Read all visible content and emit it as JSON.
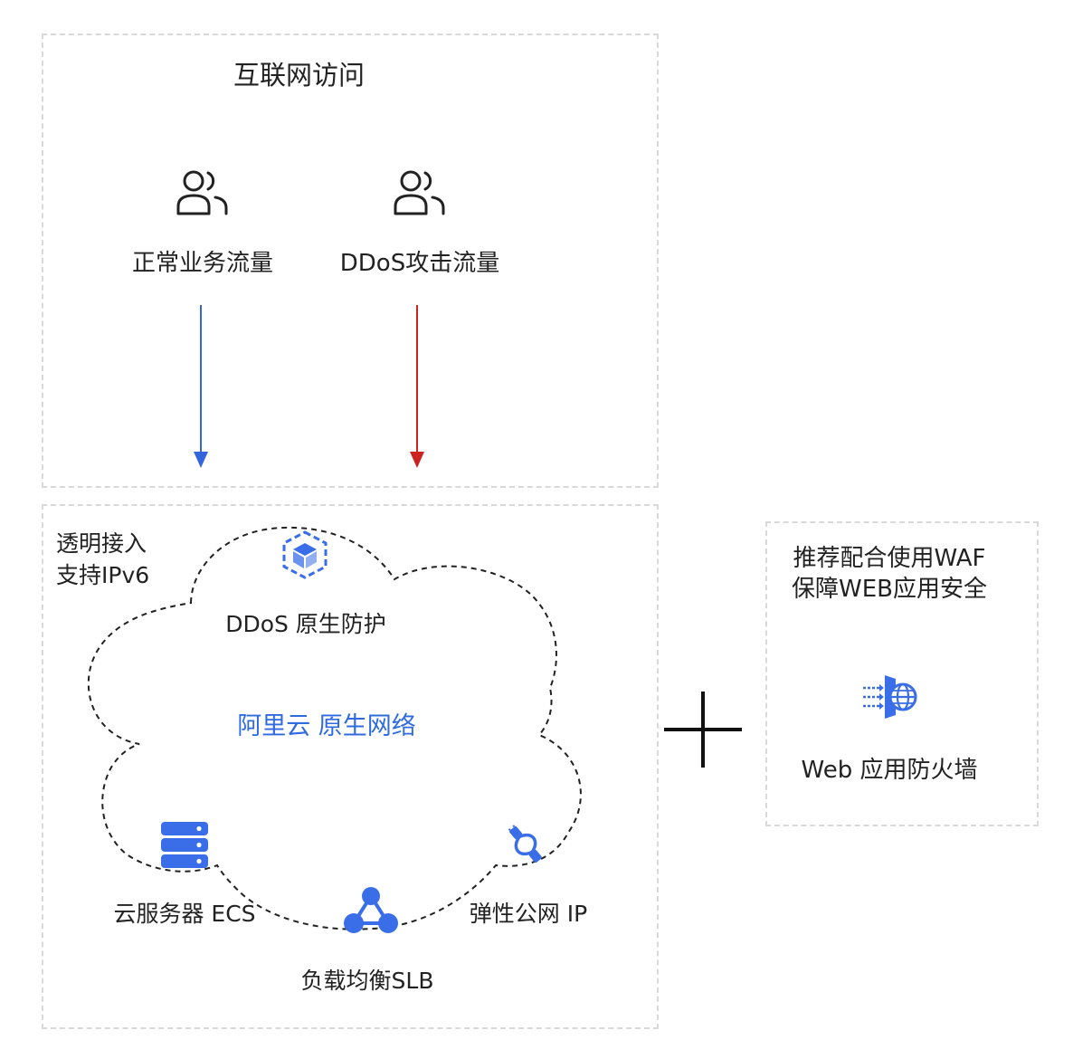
{
  "internet": {
    "title": "互联网访问",
    "normal_traffic": "正常业务流量",
    "ddos_traffic": "DDoS攻击流量"
  },
  "cloud": {
    "access_note_line1": "透明接入",
    "access_note_line2": "支持IPv6",
    "ddos_protection": "DDoS 原生防护",
    "network": "阿里云 原生网络",
    "ecs": "云服务器 ECS",
    "slb": "负载均衡SLB",
    "eip": "弹性公网 IP"
  },
  "waf": {
    "note_line1": "推荐配合使用WAF",
    "note_line2": "保障WEB应用安全",
    "label": "Web 应用防火墙"
  },
  "colors": {
    "blue_arrow": "#3366dd",
    "red_arrow": "#cc2222",
    "icon_blue": "#3a6ee8",
    "dashed_border": "#d9d9d9",
    "network_text": "#2f6bdf"
  }
}
